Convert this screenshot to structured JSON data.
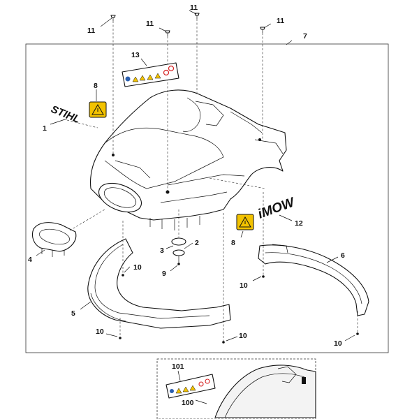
{
  "brands": {
    "stihl_logo": "STIHL",
    "imow_logo": "iMOW"
  },
  "callouts": {
    "c1": "1",
    "c2": "2",
    "c3": "3",
    "c4": "4",
    "c5": "5",
    "c6": "6",
    "c7": "7",
    "c8": "8",
    "c9": "9",
    "c10": "10",
    "c11": "11",
    "c12": "12",
    "c13": "13",
    "c100": "100",
    "c101": "101"
  },
  "colors": {
    "line": "#111111",
    "warning_yellow": "#f2c200",
    "prohibit_red": "#d62020",
    "info_blue": "#2a5fb0"
  }
}
